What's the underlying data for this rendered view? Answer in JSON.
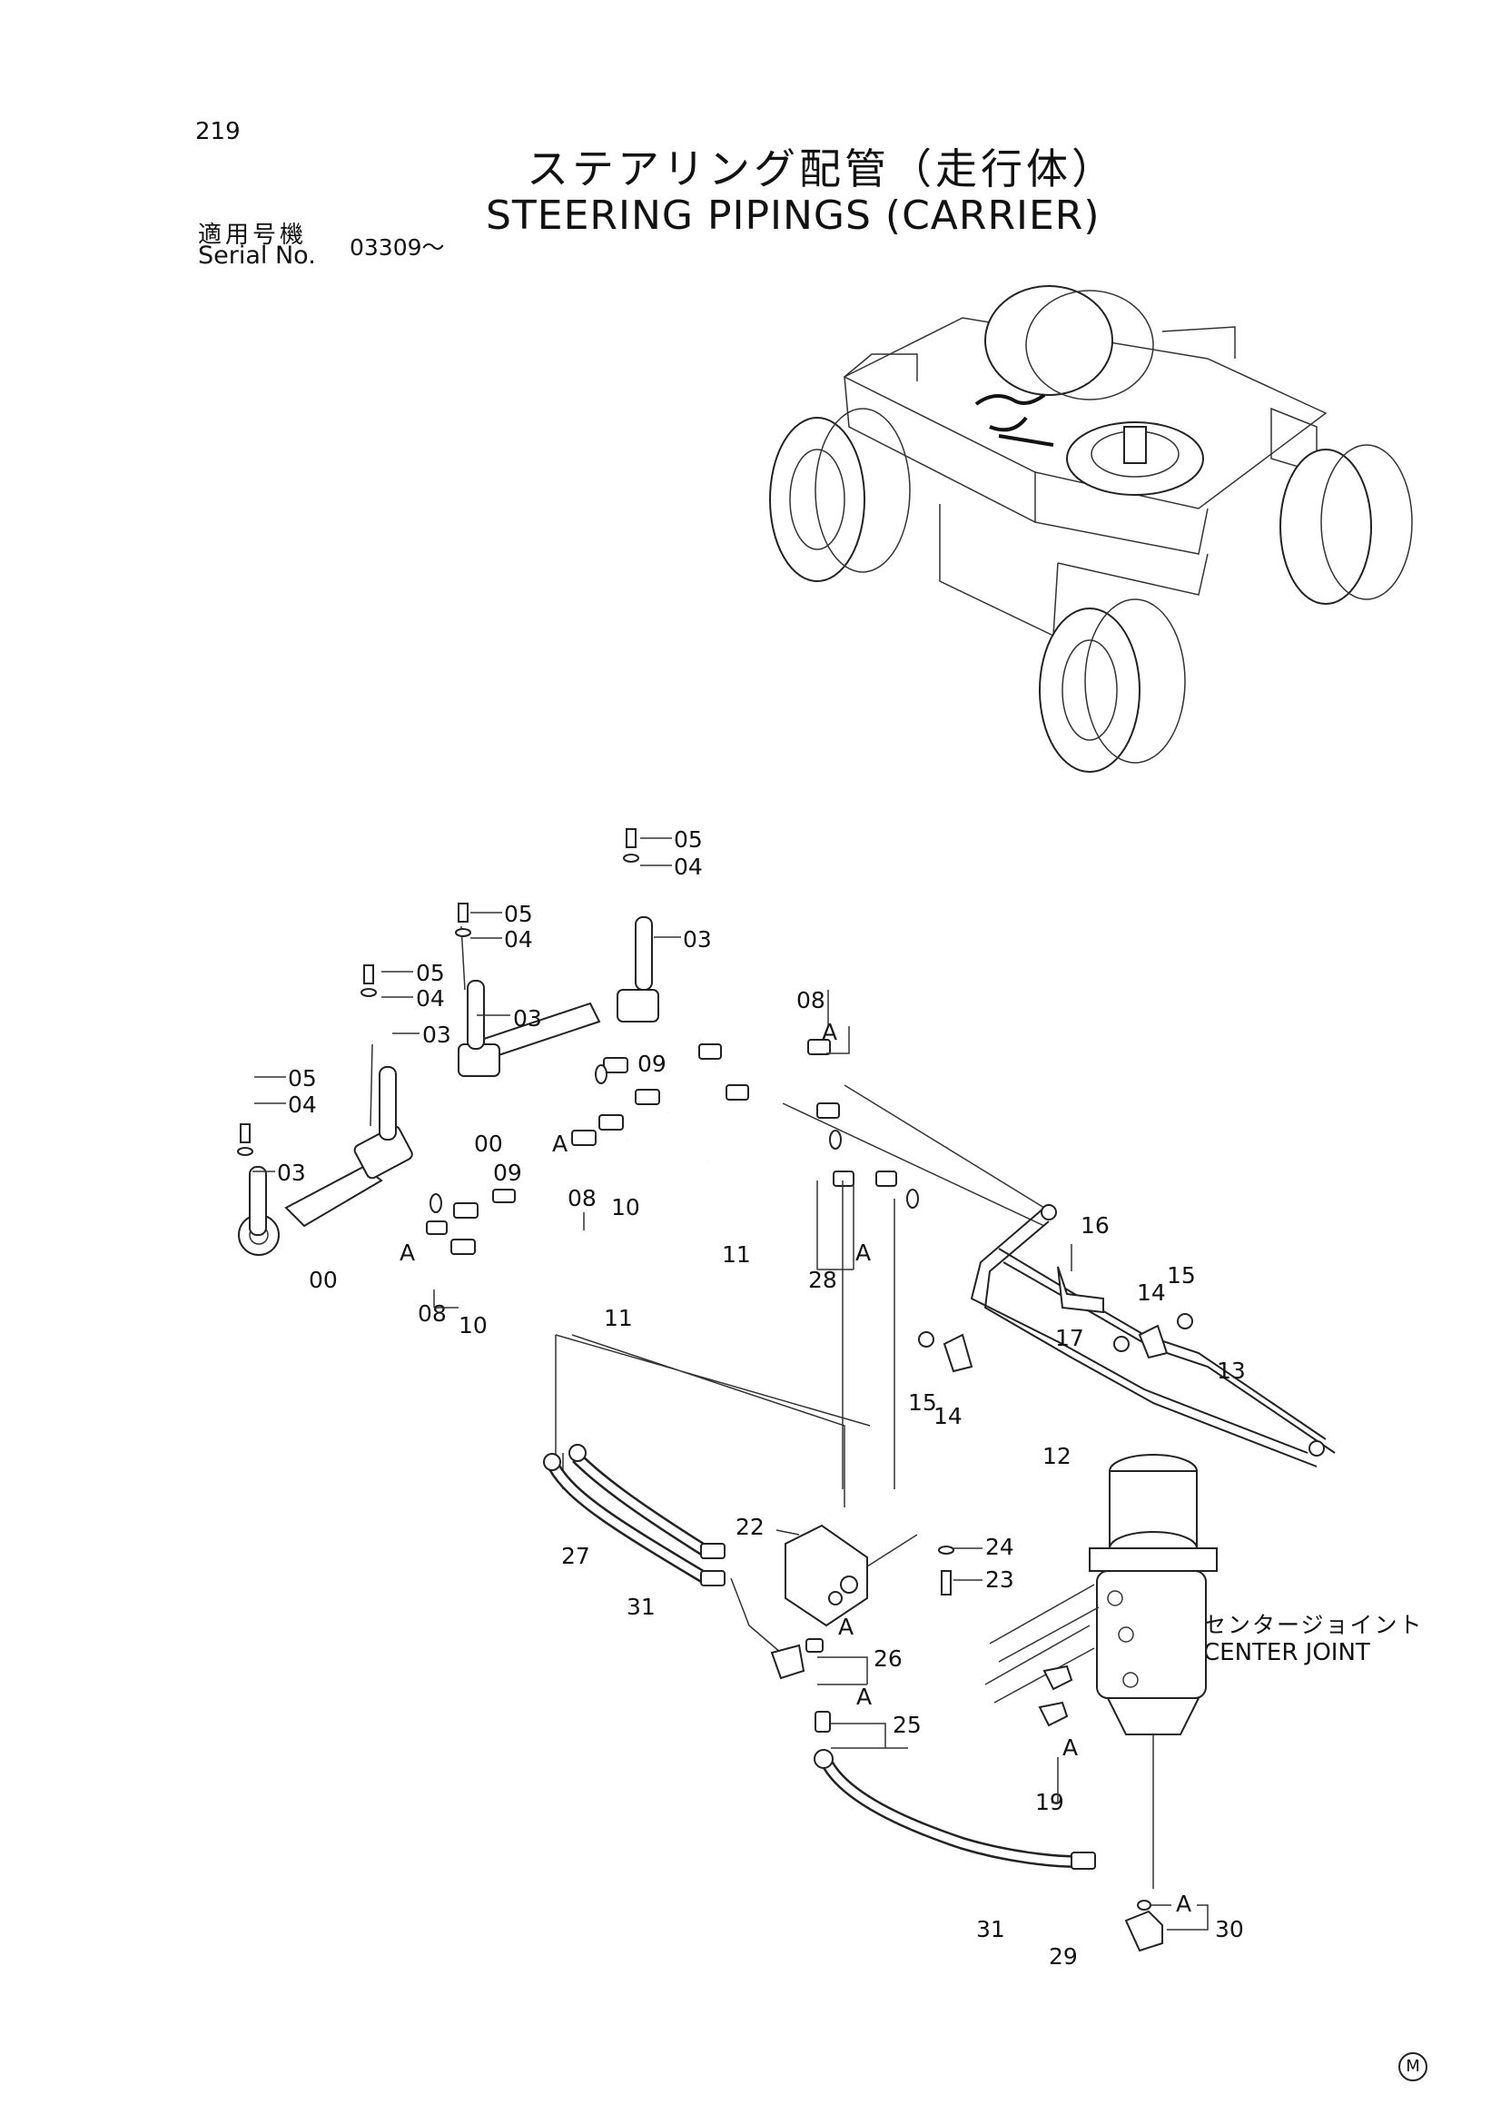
{
  "page": {
    "number": "219"
  },
  "title": {
    "japanese": "ステアリング配管（走行体）",
    "english": "STEERING PIPINGS (CARRIER)"
  },
  "serial": {
    "label_jp": "適用号機",
    "label_en": "Serial No.",
    "value": "03309～"
  },
  "annotations": {
    "center_joint_jp": "センタージョイント",
    "center_joint_en": "CENTER JOINT",
    "marker": "M"
  },
  "callouts": [
    {
      "id": "c1",
      "text": "05"
    },
    {
      "id": "c2",
      "text": "04"
    },
    {
      "id": "c3",
      "text": "03"
    },
    {
      "id": "c4",
      "text": "05"
    },
    {
      "id": "c5",
      "text": "04"
    },
    {
      "id": "c6",
      "text": "03"
    },
    {
      "id": "c7",
      "text": "05"
    },
    {
      "id": "c8",
      "text": "04"
    },
    {
      "id": "c9",
      "text": "03"
    },
    {
      "id": "c10",
      "text": "05"
    },
    {
      "id": "c11",
      "text": "04"
    },
    {
      "id": "c12",
      "text": "03"
    },
    {
      "id": "c13",
      "text": "00"
    },
    {
      "id": "c14",
      "text": "00"
    },
    {
      "id": "c15",
      "text": "09"
    },
    {
      "id": "c16",
      "text": "09"
    },
    {
      "id": "c17",
      "text": "A"
    },
    {
      "id": "c18",
      "text": "08"
    },
    {
      "id": "c19",
      "text": "10"
    },
    {
      "id": "c20",
      "text": "A"
    },
    {
      "id": "c21",
      "text": "08"
    },
    {
      "id": "c22",
      "text": "10"
    },
    {
      "id": "c23",
      "text": "11"
    },
    {
      "id": "c24",
      "text": "11"
    },
    {
      "id": "c25",
      "text": "08"
    },
    {
      "id": "c26",
      "text": "A"
    },
    {
      "id": "c27",
      "text": "A"
    },
    {
      "id": "c28",
      "text": "28"
    },
    {
      "id": "c29",
      "text": "16"
    },
    {
      "id": "c30",
      "text": "14"
    },
    {
      "id": "c31",
      "text": "15"
    },
    {
      "id": "c32",
      "text": "17"
    },
    {
      "id": "c33",
      "text": "15"
    },
    {
      "id": "c34",
      "text": "14"
    },
    {
      "id": "c35",
      "text": "13"
    },
    {
      "id": "c36",
      "text": "12"
    },
    {
      "id": "c37",
      "text": "22"
    },
    {
      "id": "c38",
      "text": "24"
    },
    {
      "id": "c39",
      "text": "23"
    },
    {
      "id": "c40",
      "text": "27"
    },
    {
      "id": "c41",
      "text": "31"
    },
    {
      "id": "c42",
      "text": "A"
    },
    {
      "id": "c43",
      "text": "26"
    },
    {
      "id": "c44",
      "text": "A"
    },
    {
      "id": "c45",
      "text": "25"
    },
    {
      "id": "c46",
      "text": "A"
    },
    {
      "id": "c47",
      "text": "19"
    },
    {
      "id": "c48",
      "text": "31"
    },
    {
      "id": "c49",
      "text": "29"
    },
    {
      "id": "c50",
      "text": "A"
    },
    {
      "id": "c51",
      "text": "30"
    }
  ]
}
